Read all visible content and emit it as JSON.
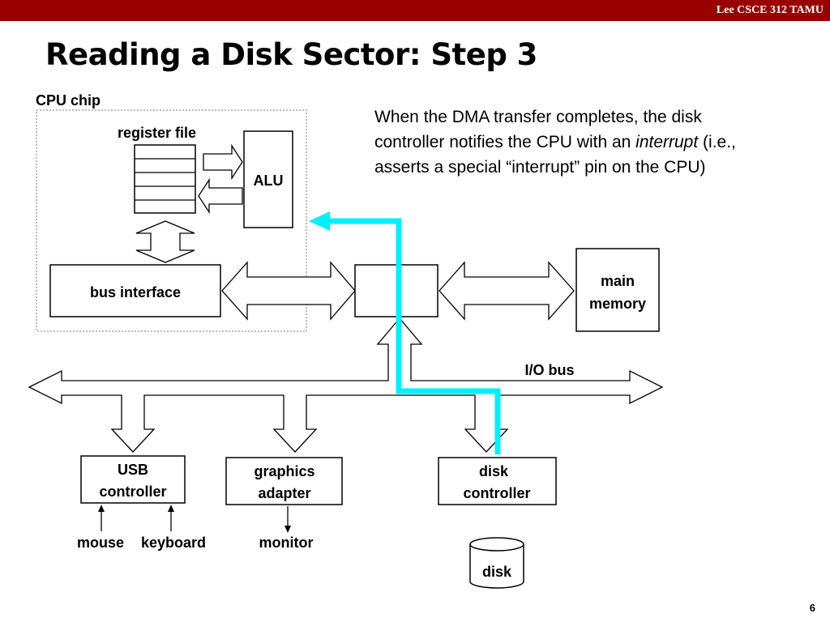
{
  "header": {
    "course_label": "Lee CSCE 312 TAMU"
  },
  "slide": {
    "title": "Reading a Disk Sector: Step 3",
    "page_number": "6"
  },
  "note": {
    "text_before": "When the DMA transfer completes, the disk controller notifies the CPU with an ",
    "emphasis": "interrupt",
    "text_after": " (i.e., asserts a special “interrupt” pin on the CPU)"
  },
  "diagram": {
    "cpu_chip_label": "CPU chip",
    "register_file_label": "register file",
    "alu_label": "ALU",
    "bus_interface_label": "bus interface",
    "main_memory_label": [
      "main",
      "memory"
    ],
    "io_bus_label": "I/O bus",
    "usb_controller_label": [
      "USB",
      "controller"
    ],
    "graphics_adapter_label": [
      "graphics",
      "adapter"
    ],
    "disk_controller_label": [
      "disk",
      "controller"
    ],
    "mouse_label": "mouse",
    "keyboard_label": "keyboard",
    "monitor_label": "monitor",
    "disk_label": "disk",
    "interrupt_path_color": "#00f0ff"
  }
}
